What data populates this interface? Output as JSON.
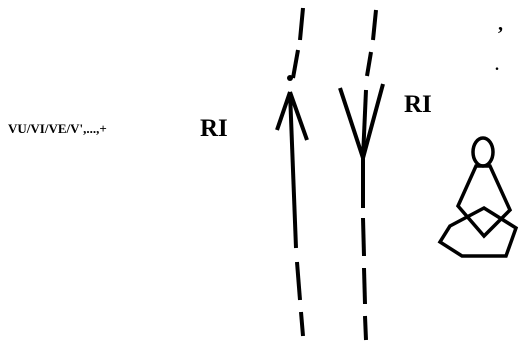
{
  "labels": {
    "vowel_sequence": "VU/VI/VE/V',...,+",
    "ri_left": "RI",
    "ri_right": "RI",
    "comma_mark": ",",
    "dot_mark": "."
  },
  "icons": {
    "left_path": "upward-arrow-dashed-line",
    "right_path": "downward-fork-dashed-line",
    "person": "seated-person-icon"
  },
  "colors": {
    "ink": "#000000",
    "background": "#ffffff"
  }
}
